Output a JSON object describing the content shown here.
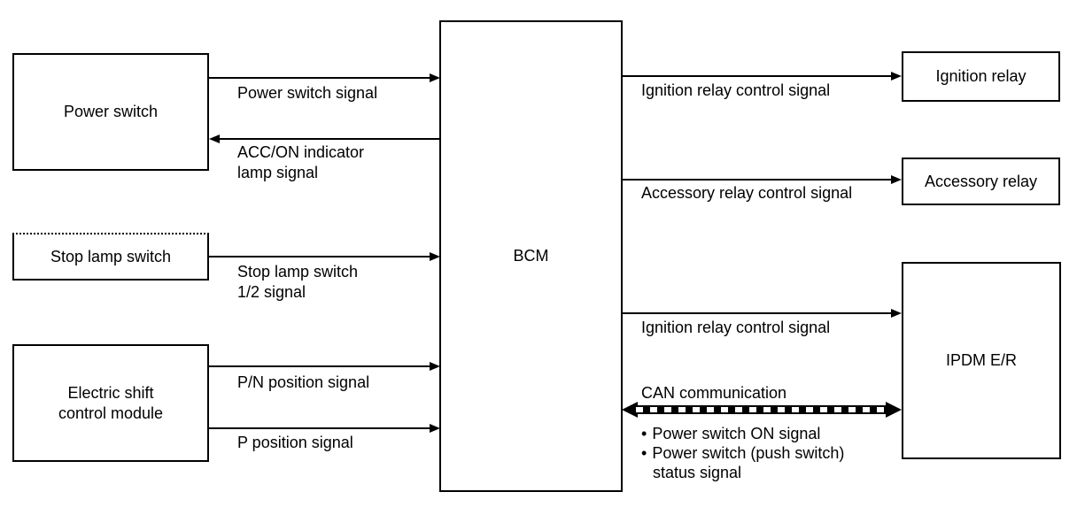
{
  "nodes": {
    "power_switch": {
      "label": "Power switch"
    },
    "stop_lamp_switch": {
      "label": "Stop lamp switch"
    },
    "electric_shift_control_module": {
      "line1": "Electric shift",
      "line2": "control module"
    },
    "bcm": {
      "label": "BCM"
    },
    "ignition_relay": {
      "label": "Ignition relay"
    },
    "accessory_relay": {
      "label": "Accessory relay"
    },
    "ipdm_er": {
      "label": "IPDM E/R"
    }
  },
  "edges": {
    "power_switch_signal": {
      "label": "Power switch signal",
      "from": "Power switch",
      "to": "BCM",
      "arrow": "right"
    },
    "acc_on_indicator_lamp_signal": {
      "line1": "ACC/ON indicator",
      "line2": "lamp signal",
      "from": "BCM",
      "to": "Power switch",
      "arrow": "left"
    },
    "stop_lamp_switch_signal": {
      "line1": "Stop lamp switch",
      "line2": "1/2 signal",
      "from": "Stop lamp switch",
      "to": "BCM",
      "arrow": "right"
    },
    "pn_position_signal": {
      "label": "P/N position signal",
      "from": "Electric shift control module",
      "to": "BCM",
      "arrow": "right"
    },
    "p_position_signal": {
      "label": "P position signal",
      "from": "Electric shift control module",
      "to": "BCM",
      "arrow": "right"
    },
    "ignition_relay_control_signal_top": {
      "label": "Ignition relay control signal",
      "from": "BCM",
      "to": "Ignition relay",
      "arrow": "right"
    },
    "accessory_relay_control_signal": {
      "label": "Accessory relay control signal",
      "from": "BCM",
      "to": "Accessory relay",
      "arrow": "right"
    },
    "ignition_relay_control_signal_ipdm": {
      "label": "Ignition relay control signal",
      "from": "BCM",
      "to": "IPDM E/R",
      "arrow": "right"
    },
    "can_communication": {
      "label": "CAN communication",
      "from": "BCM",
      "to": "IPDM E/R",
      "arrow": "both",
      "bullets": [
        {
          "text": "Power switch ON signal"
        },
        {
          "text": "Power switch (push switch)",
          "text2": "status signal"
        }
      ]
    }
  },
  "icons": {
    "bullet": "•"
  },
  "colors": {
    "line": "#000000",
    "background": "#ffffff",
    "text": "#000000"
  }
}
